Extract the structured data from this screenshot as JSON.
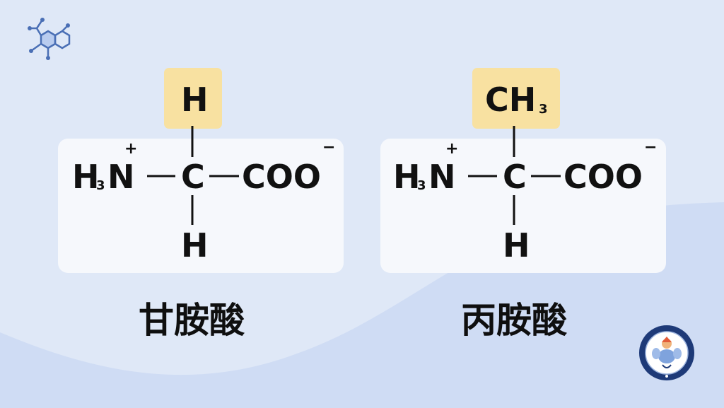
{
  "molecules": [
    {
      "side_group": "H",
      "side_group_subscript": "",
      "amine": "H",
      "amine_subscript": "3",
      "amine_n": "N",
      "amine_charge": "+",
      "central_atom": "C",
      "carboxyl": "COO",
      "carboxyl_charge": "−",
      "bottom_atom": "H",
      "name": "甘胺酸"
    },
    {
      "side_group": "CH",
      "side_group_subscript": "3",
      "amine": "H",
      "amine_subscript": "3",
      "amine_n": "N",
      "amine_charge": "+",
      "central_atom": "C",
      "carboxyl": "COO",
      "carboxyl_charge": "−",
      "bottom_atom": "H",
      "name": "丙胺酸"
    }
  ],
  "colors": {
    "background": "#dfe8f7",
    "wave": "#cfdcf4",
    "highlight": "#f8e1a1",
    "card": "#f6f8fc",
    "icon": "#4a6fb5",
    "badge": "#1e3a78"
  },
  "icons": {
    "top_left": "molecule-icon",
    "bottom_right": "logo-badge"
  }
}
